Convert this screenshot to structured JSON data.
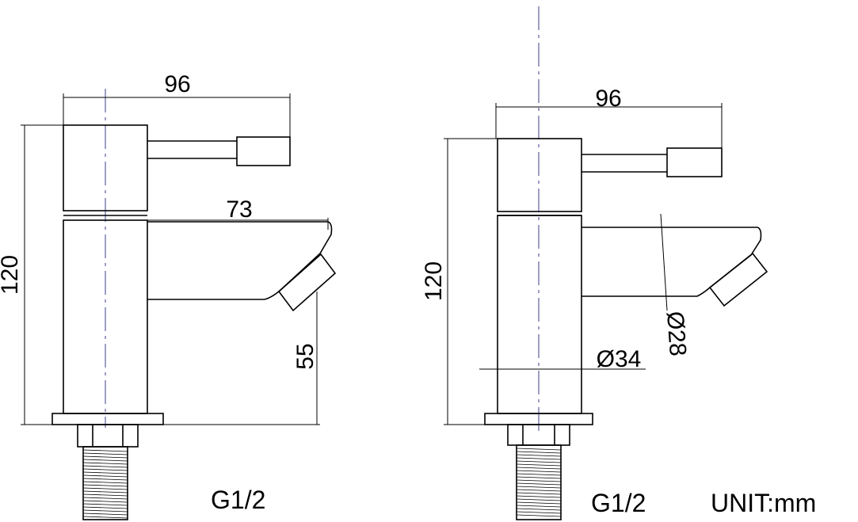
{
  "left_view": {
    "dim_width": "96",
    "dim_height": "120",
    "dim_spout_length": "73",
    "dim_spout_height": "55",
    "thread_label": "G1/2"
  },
  "right_view": {
    "dim_width": "96",
    "dim_height": "120",
    "dim_body_diameter": "Ø34",
    "dim_outlet_diameter": "Ø28",
    "thread_label": "G1/2"
  },
  "unit_label": "UNIT:mm",
  "colors": {
    "line": "#000000",
    "centerline": "#3b3f8a"
  }
}
